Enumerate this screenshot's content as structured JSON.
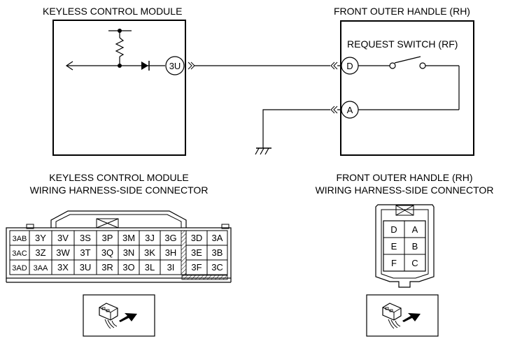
{
  "titles": {
    "kcm": "KEYLESS CONTROL MODULE",
    "handle": "FRONT OUTER HANDLE (RH)",
    "request_switch": "REQUEST SWITCH (RF)",
    "kcm_connector_line1": "KEYLESS CONTROL MODULE",
    "kcm_connector_line2": "WIRING HARNESS-SIDE CONNECTOR",
    "handle_connector_line1": "FRONT OUTER HANDLE (RH)",
    "handle_connector_line2": "WIRING HARNESS-SIDE CONNECTOR"
  },
  "terminals": {
    "kcm_3u": "3U",
    "handle_d": "D",
    "handle_a": "A"
  },
  "kcm_connector": {
    "rows": [
      [
        "3AB",
        "3Y",
        "3V",
        "3S",
        "3P",
        "3M",
        "3J",
        "3G",
        "3D",
        "3A"
      ],
      [
        "3AC",
        "3Z",
        "3W",
        "3T",
        "3Q",
        "3N",
        "3K",
        "3H",
        "3E",
        "3B"
      ],
      [
        "3AD",
        "3AA",
        "3X",
        "3U",
        "3R",
        "3O",
        "3L",
        "3I",
        "3F",
        "3C"
      ]
    ]
  },
  "handle_connector": {
    "rows": [
      [
        "D",
        "A"
      ],
      [
        "E",
        "B"
      ],
      [
        "F",
        "C"
      ]
    ]
  }
}
